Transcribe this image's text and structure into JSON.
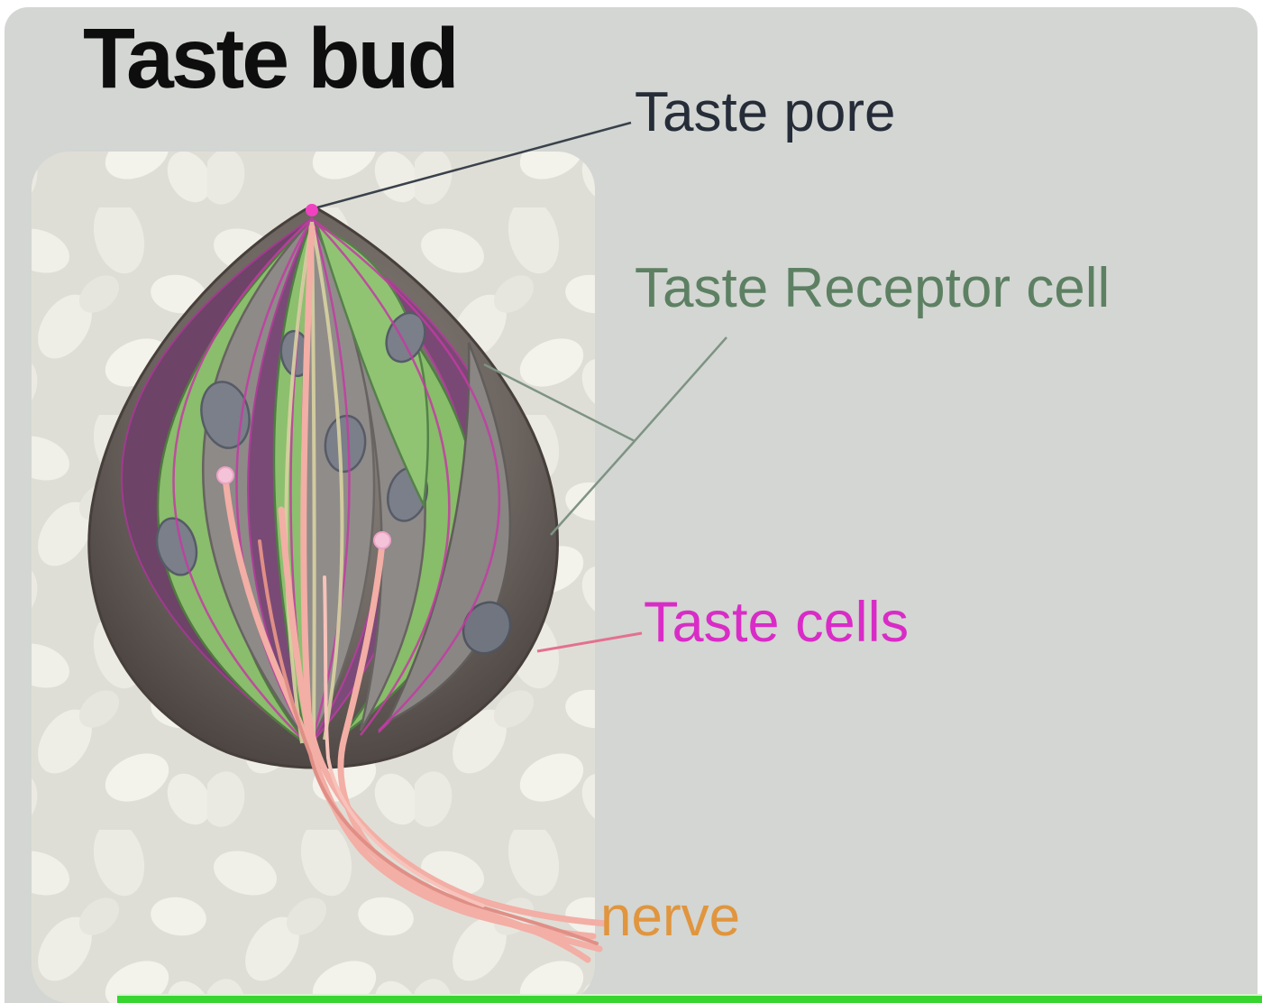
{
  "title": "Taste bud",
  "diagram": {
    "labels": {
      "taste_pore": {
        "text": "Taste pore",
        "color": "#262d39"
      },
      "taste_receptor_cell": {
        "text": "Taste Receptor cell",
        "color": "#5d8063"
      },
      "taste_cells": {
        "text": "Taste cells",
        "color": "#d92cc7"
      },
      "nerve": {
        "text": "nerve",
        "color": "#e0953e"
      }
    },
    "parts": {
      "bud_outer": "taste-bud-body",
      "receptor_cells": "green receptor cells",
      "taste_cells": "purple taste cells",
      "support_cells": "gray supporting cells with nuclei",
      "nerve_fibers": "pink nerve fiber bundle"
    }
  },
  "colors": {
    "background": "#d3d6d2",
    "panel": "#deded6",
    "panel_blob": "#f0efe8",
    "title": "#0e0e0e",
    "bud_outer_dark": "#443d3a",
    "bud_outer_light": "#8a827c",
    "receptor_green": "#8cc06e",
    "taste_cell_purple": "#7a4a76",
    "taste_cell_outline": "#c43ba4",
    "support_gray": "#8e8a88",
    "nucleus_gray": "#7a7f89",
    "nerve_pink": "#f3aea5",
    "pore_dot_pink": "#f041c0",
    "bottom_strip_green": "#38d430"
  }
}
